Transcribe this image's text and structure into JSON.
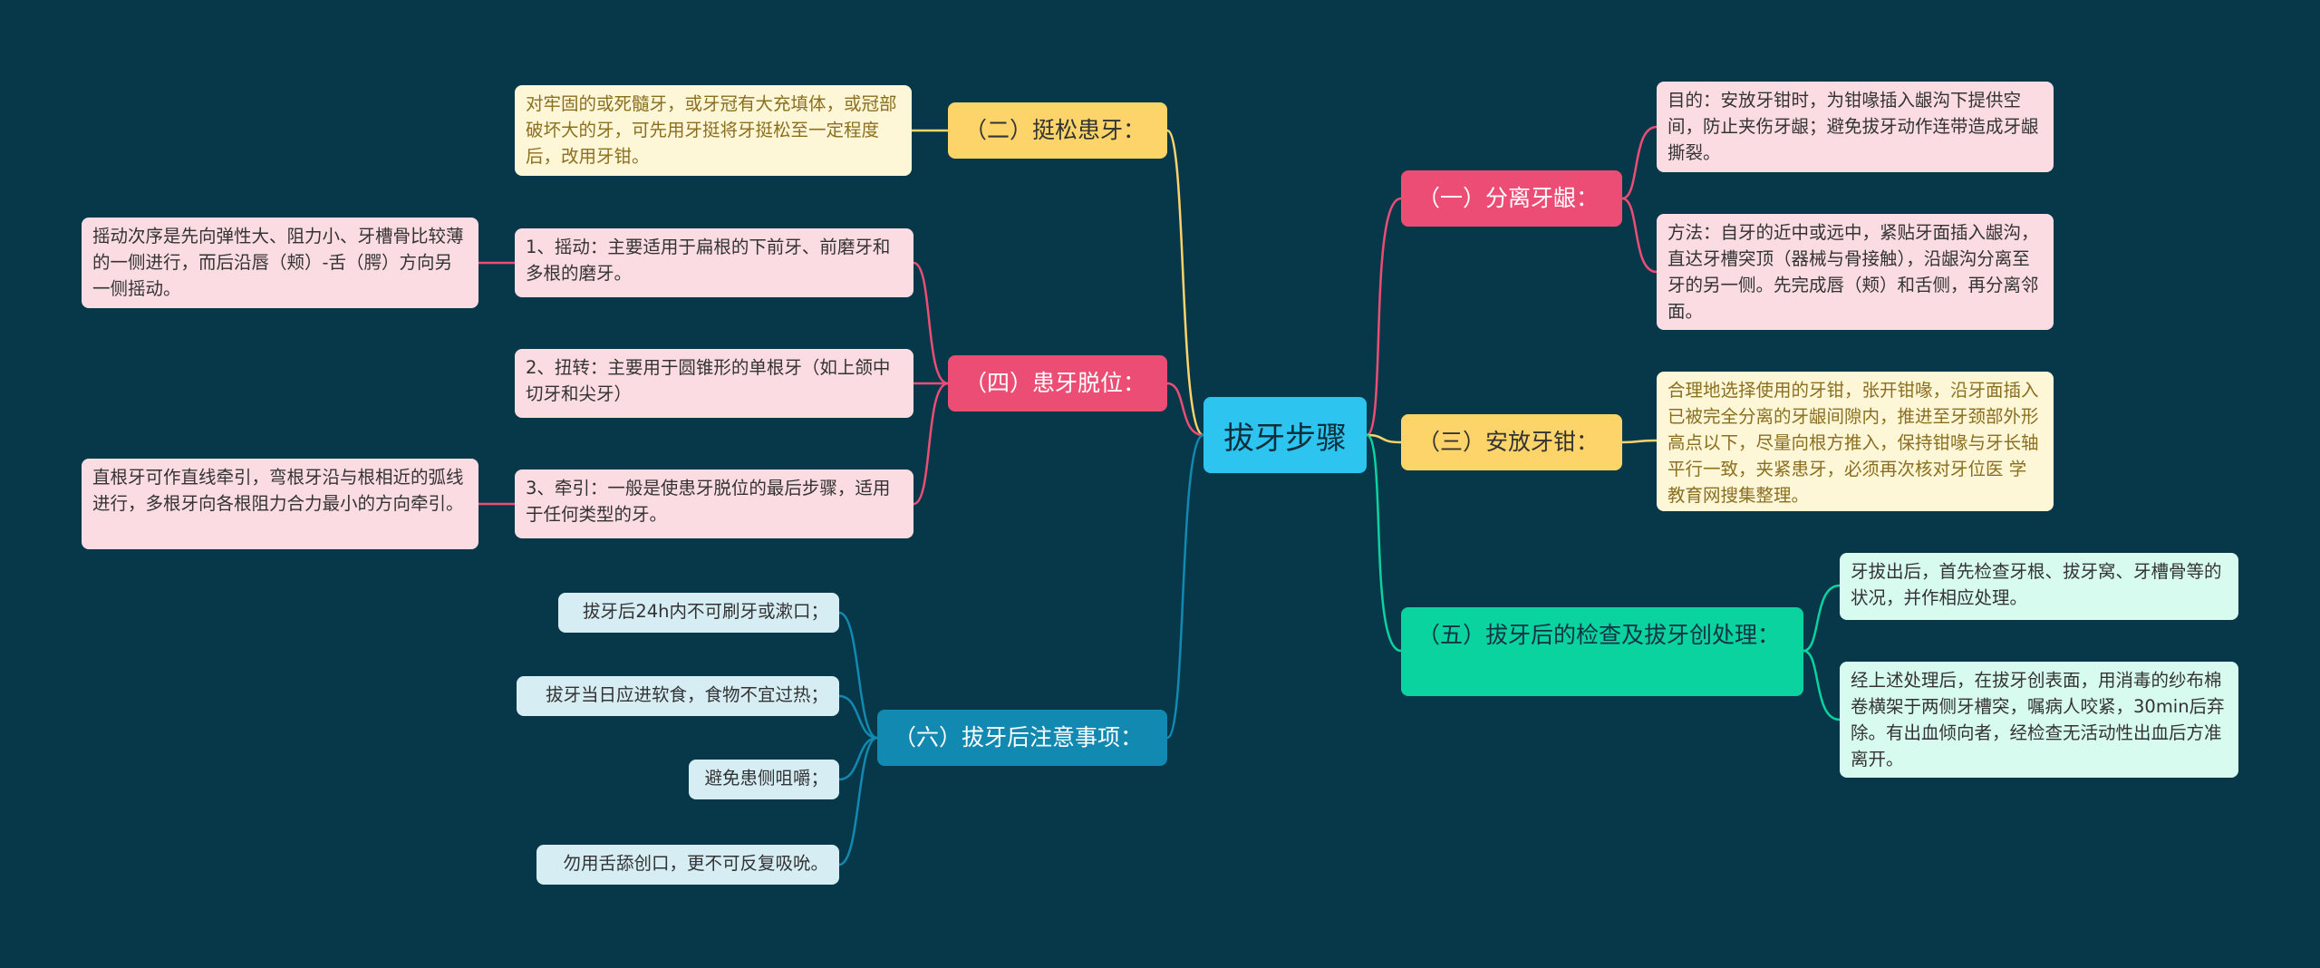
{
  "root": {
    "label": "拔牙步骤"
  },
  "branches": {
    "b1": {
      "label": "（一）分离牙龈："
    },
    "b2": {
      "label": "（二）挺松患牙："
    },
    "b3": {
      "label": "（三）安放牙钳："
    },
    "b4": {
      "label": "（四）患牙脱位："
    },
    "b5": {
      "label": "（五）拔牙后的检查及拔牙创处理："
    },
    "b6": {
      "label": "（六）拔牙后注意事项："
    }
  },
  "leaves": {
    "b1_purpose": "目的：安放牙钳时，为钳喙插入龈沟下提供空间，防止夹伤牙龈；避免拔牙动作连带造成牙龈撕裂。",
    "b1_method": "方法：自牙的近中或远中，紧贴牙面插入龈沟，直达牙槽突顶（器械与骨接触），沿龈沟分离至牙的另一侧。先完成唇（颊）和舌侧，再分离邻面。",
    "b2_text": "对牢固的或死髓牙，或牙冠有大充填体，或冠部破坏大的牙，可先用牙挺将牙挺松至一定程度后，改用牙钳。",
    "b3_text": "合理地选择使用的牙钳，张开钳喙，沿牙面插入已被完全分离的牙龈间隙内，推进至牙颈部外形高点以下，尽量向根方推入，保持钳喙与牙长轴平行一致，夹紧患牙，必须再次核对牙位医 学教育网搜集整理。",
    "b4_shake": "1、摇动：主要适用于扁根的下前牙、前磨牙和多根的磨牙。",
    "b4_shake_detail": "摇动次序是先向弹性大、阻力小、牙槽骨比较薄的一侧进行，而后沿唇（颊）-舌（腭）方向另一侧摇动。",
    "b4_twist": "2、扭转：主要用于圆锥形的单根牙（如上颌中切牙和尖牙）",
    "b4_pull": "3、牵引：一般是使患牙脱位的最后步骤，适用于任何类型的牙。",
    "b4_pull_detail": "直根牙可作直线牵引，弯根牙沿与根相近的弧线进行，多根牙向各根阻力合力最小的方向牵引。",
    "b5_check": "牙拔出后，首先检查牙根、拔牙窝、牙槽骨等的状况，并作相应处理。",
    "b5_treat": "经上述处理后，在拔牙创表面，用消毒的纱布棉卷横架于两侧牙槽突，嘱病人咬紧，30min后弃除。有出血倾向者，经检查无活动性出血后方准离开。",
    "b6_1": "拔牙后24h内不可刷牙或漱口；",
    "b6_2": "拔牙当日应进软食，食物不宜过热；",
    "b6_3": "避免患侧咀嚼；",
    "b6_4": "勿用舌舔创口，更不可反复吸吮。"
  },
  "colors": {
    "background": "#07384a",
    "root": "#2ec4f0",
    "pink": "#ec4d75",
    "yellow": "#fdd46a",
    "teal": "#0ad3a0",
    "blue": "#1189b0"
  }
}
